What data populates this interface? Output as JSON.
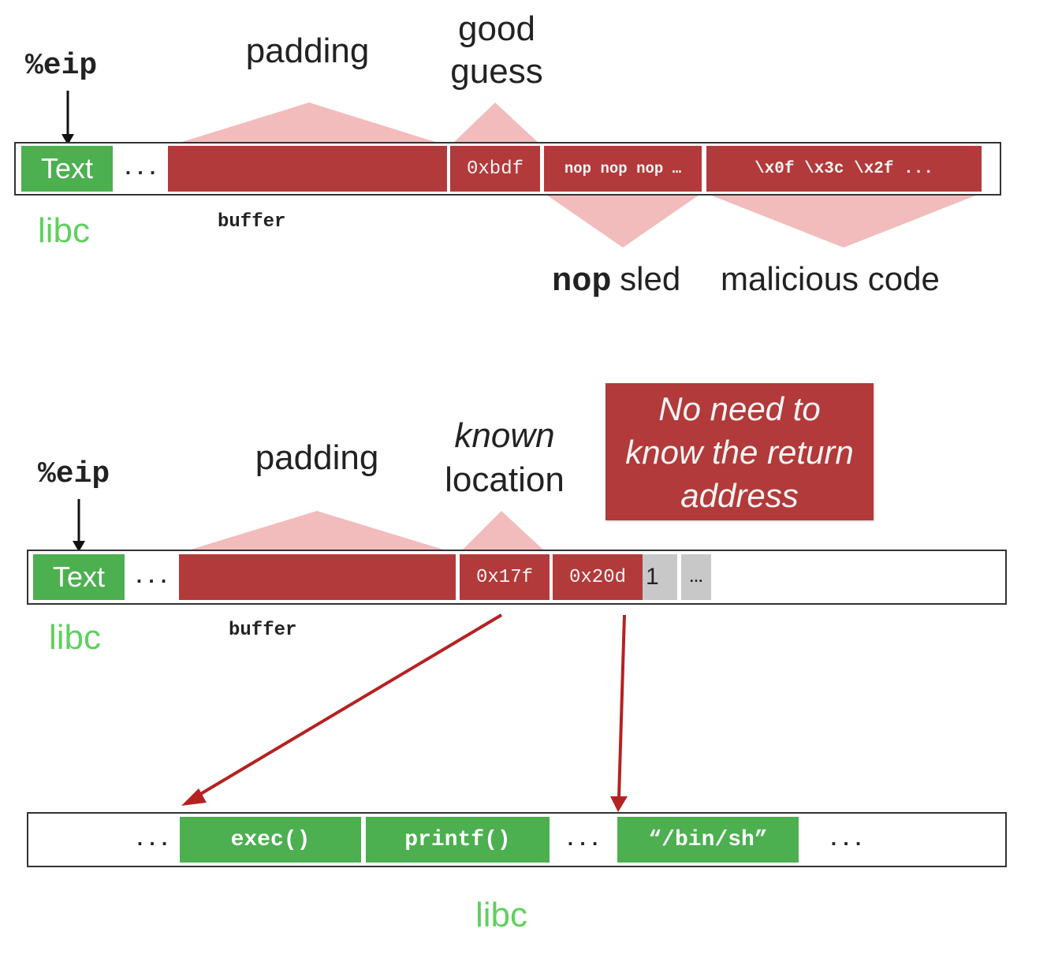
{
  "colors": {
    "red": "#b23a3a",
    "light_red": "#f2b9b9",
    "green": "#4caf50",
    "green_text": "#5fd05f",
    "gray": "#c8c8c8"
  },
  "top": {
    "eip": "%eip",
    "padding": "padding",
    "good": "good",
    "guess": "guess",
    "text_cell": "Text",
    "dots": "...",
    "addr": "0xbdf",
    "nops": "nop nop nop …",
    "code": "\\x0f \\x3c \\x2f ...",
    "libc": "libc",
    "buffer": "buffer",
    "nop_word": "nop",
    "sled_word": "sled",
    "malicious": "malicious code"
  },
  "bottom": {
    "eip": "%eip",
    "padding": "padding",
    "known": "known",
    "location": "location",
    "callout": [
      "No need to",
      "know the return",
      "address"
    ],
    "text_cell": "Text",
    "dots": "...",
    "addr1": "0x17f",
    "addr2": "0x20d",
    "one": "1",
    "ellipsis": "…",
    "libc": "libc",
    "buffer": "buffer"
  },
  "libc_row": {
    "dots1": "...",
    "exec": "exec()",
    "printf": "printf()",
    "dots2": "...",
    "binsh": "“/bin/sh”",
    "dots3": "...",
    "label": "libc"
  }
}
